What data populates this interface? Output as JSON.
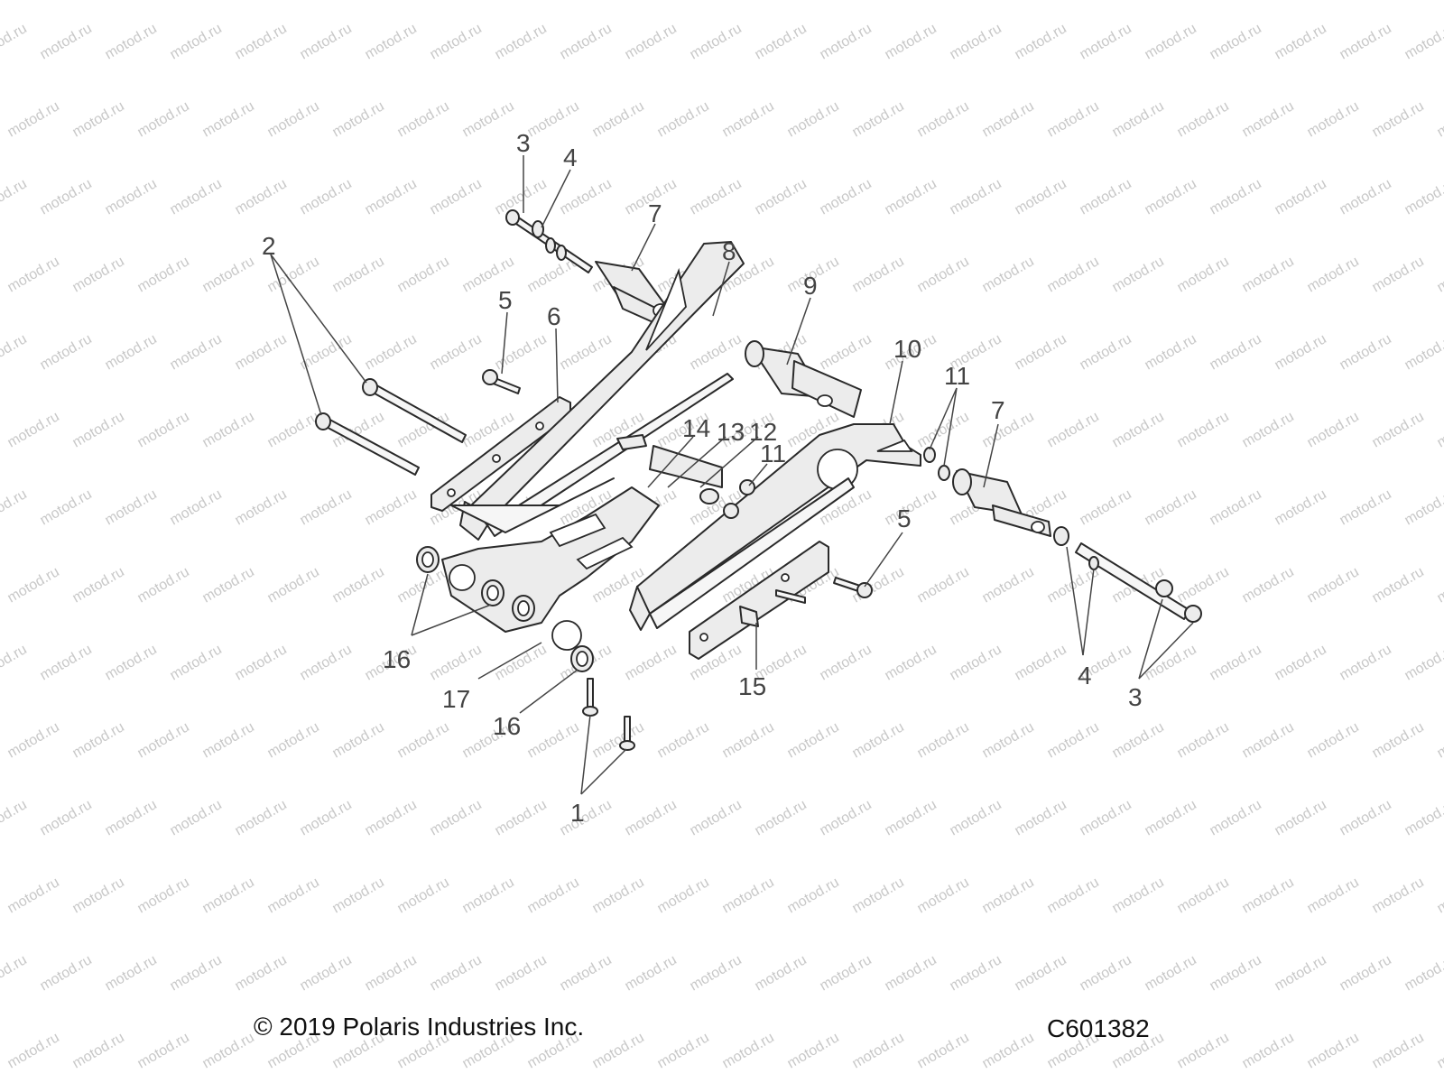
{
  "watermark": "motod.ru",
  "callouts": [
    "1",
    "2",
    "3",
    "4",
    "5",
    "6",
    "7",
    "8",
    "9",
    "10",
    "11",
    "12",
    "13",
    "14",
    "15",
    "16",
    "17"
  ],
  "footer": {
    "copyright": "© 2019 Polaris Industries Inc.",
    "figure_code": "C601382"
  }
}
